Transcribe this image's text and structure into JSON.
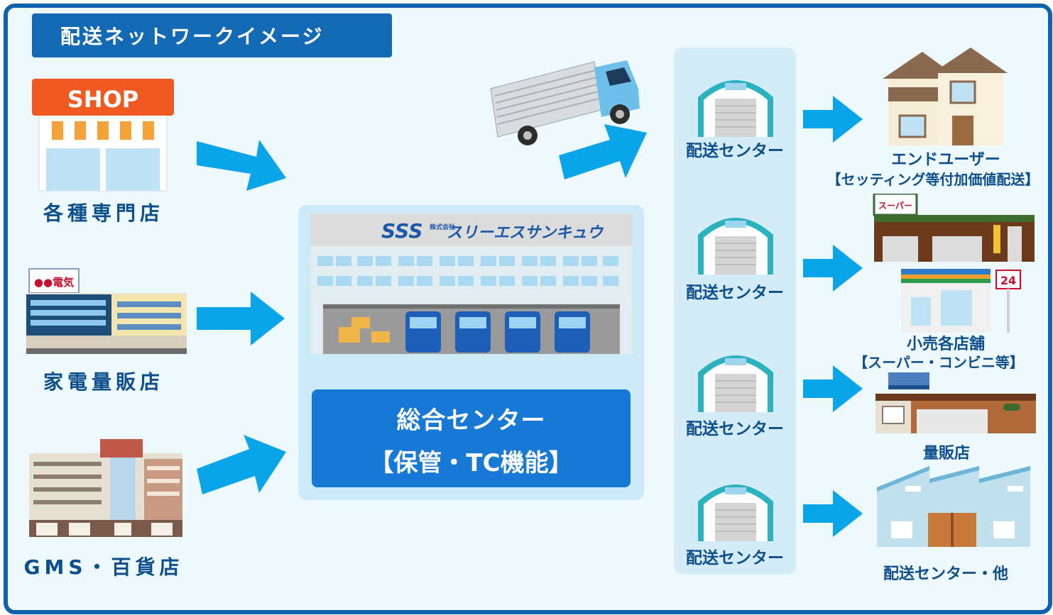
{
  "title": "配送ネットワークイメージ",
  "sources": [
    {
      "label": "各種専門店",
      "sign": "SHOP"
    },
    {
      "label": "家電量販店",
      "sign": "●●電気"
    },
    {
      "label": "GMS・百貨店"
    }
  ],
  "hub": {
    "logo_mark": "SSS",
    "logo_small": "株式会社",
    "logo_name": "スリーエスサンキュウ",
    "title": "総合センター",
    "subtitle": "【保管・TC機能】"
  },
  "distribution_centers": [
    {
      "label": "配送センター"
    },
    {
      "label": "配送センター"
    },
    {
      "label": "配送センター"
    },
    {
      "label": "配送センター"
    }
  ],
  "destinations": [
    {
      "title": "エンドユーザー",
      "subtitle": "【セッティング等付加価値配送】"
    },
    {
      "sign": "スーパー",
      "number_sign": "24",
      "title": "小売各店舗",
      "subtitle": "【スーパー・コンビニ等】"
    },
    {
      "title": "量販店"
    },
    {
      "title": "配送センター・他"
    }
  ],
  "colors": {
    "frame": "#0d62ad",
    "background": "#eef9fd",
    "arrow": "#0aa5e8",
    "hub_box": "#1878d6",
    "label_text": "#0d4f8c"
  }
}
